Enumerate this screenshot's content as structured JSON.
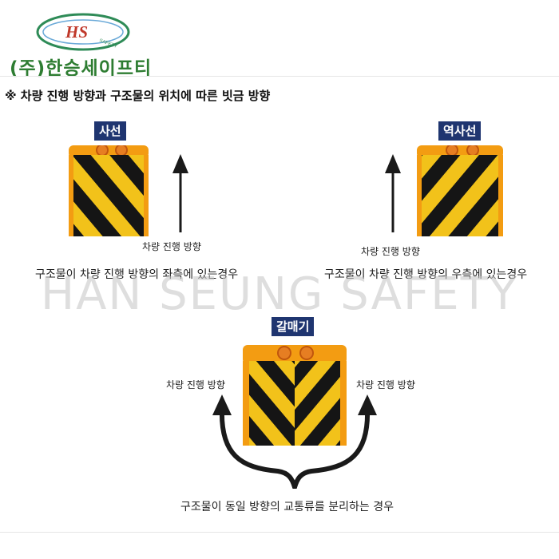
{
  "header": {
    "logo_text": "HS",
    "logo_subtext": "SAFETY",
    "company_name": "(주)한승세이프티"
  },
  "section_title": "※ 차량 진행 방향과 구조물의 위치에 따른 빗금 방향",
  "panels": {
    "sasun": {
      "label": "사선",
      "direction": "차량 진행 방향",
      "description": "구조물이 차량 진행 방향의 좌측에 있는경우"
    },
    "yeoksasun": {
      "label": "역사선",
      "direction": "차량 진행 방향",
      "description": "구조물이 차량 진행 방향의 우측에 있는경우"
    },
    "galmaegi": {
      "label": "갈매기",
      "direction_left": "차량 진행 방향",
      "direction_right": "차량 진행 방향",
      "description": "구조물이 동일 방향의 교통류를 분리하는 경우"
    }
  },
  "watermark": "HAN SEUNG SAFETY",
  "colors": {
    "brand_green": "#2e7d32",
    "logo_red": "#c0392b",
    "label_navy": "#1f3570",
    "stripe_yellow": "#f2c21a",
    "stripe_black": "#151515",
    "post_orange": "#f39c12",
    "arrow": "#1a1a1a"
  }
}
